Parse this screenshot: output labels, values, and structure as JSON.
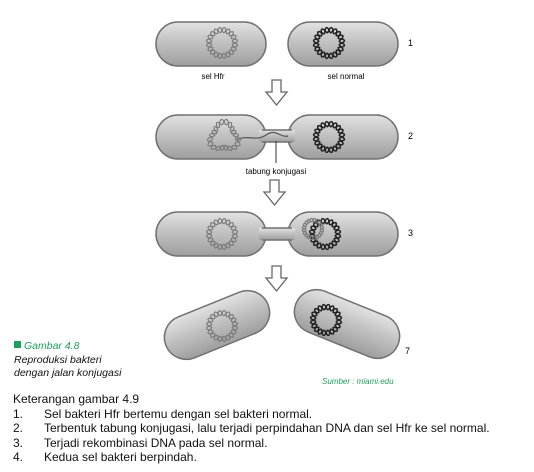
{
  "labels": {
    "hfr_cell": "sel Hfr",
    "normal_cell": "sel normal",
    "conjugation_tube": "tabung konjugasi",
    "step_numbers": [
      "1",
      "2",
      "3",
      "7"
    ]
  },
  "figure": {
    "title": "Gambar 4.8",
    "description_line1": "Reproduksi bakteri",
    "description_line2": "dengan jalan konjugasi",
    "source": "Sumber : miami.edu"
  },
  "legend": {
    "title": "Keterangan gambar 4.9",
    "items": [
      {
        "num": "1.",
        "text": "Sel bakteri Hfr bertemu dengan sel bakteri normal."
      },
      {
        "num": "2.",
        "text": "Terbentuk tabung konjugasi, lalu terjadi perpindahan DNA dan sel Hfr ke sel normal."
      },
      {
        "num": "3.",
        "text": "Terjadi rekombinasi DNA pada sel normal."
      },
      {
        "num": "4.",
        "text": "Kedua sel bakteri berpindah."
      }
    ]
  },
  "colors": {
    "accent_green": "#1f9e5a",
    "cell_fill": "#bcbcbc",
    "cell_outline": "#707070"
  }
}
